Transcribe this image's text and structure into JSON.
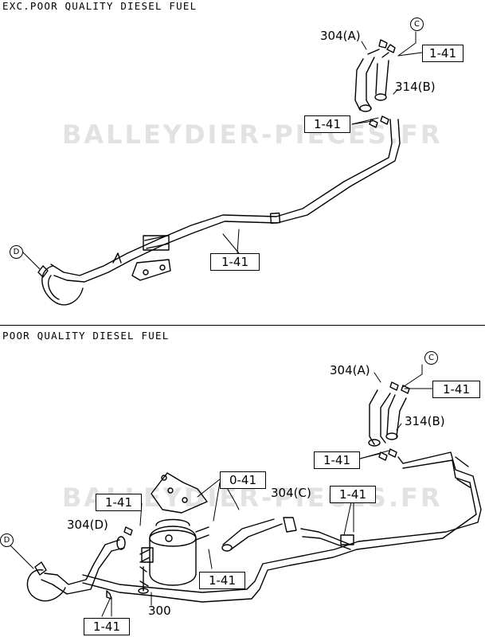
{
  "sections": {
    "top": {
      "title": "EXC.POOR QUALITY DIESEL FUEL"
    },
    "bottom": {
      "title": "POOR QUALITY DIESEL FUEL"
    }
  },
  "watermark": "BALLEYDIER-PIECES.FR",
  "callouts": {
    "top": {
      "hose_a": "304(A)",
      "hose_b": "314(B)",
      "circle_c": "C",
      "circle_d": "D",
      "ref_clip_upper": "1-41",
      "ref_mid": "1-41",
      "ref_lower": "1-41"
    },
    "bottom": {
      "hose_a": "304(A)",
      "hose_b": "314(B)",
      "hose_c": "304(C)",
      "hose_d": "304(D)",
      "bolt": "300",
      "circle_c": "C",
      "circle_d": "D",
      "ref_clip_upper": "1-41",
      "ref_mid": "1-41",
      "ref_bracket": "0-41",
      "ref_left": "1-41",
      "ref_hose_c": "1-41",
      "ref_filter": "1-41",
      "ref_bottom": "1-41"
    }
  }
}
